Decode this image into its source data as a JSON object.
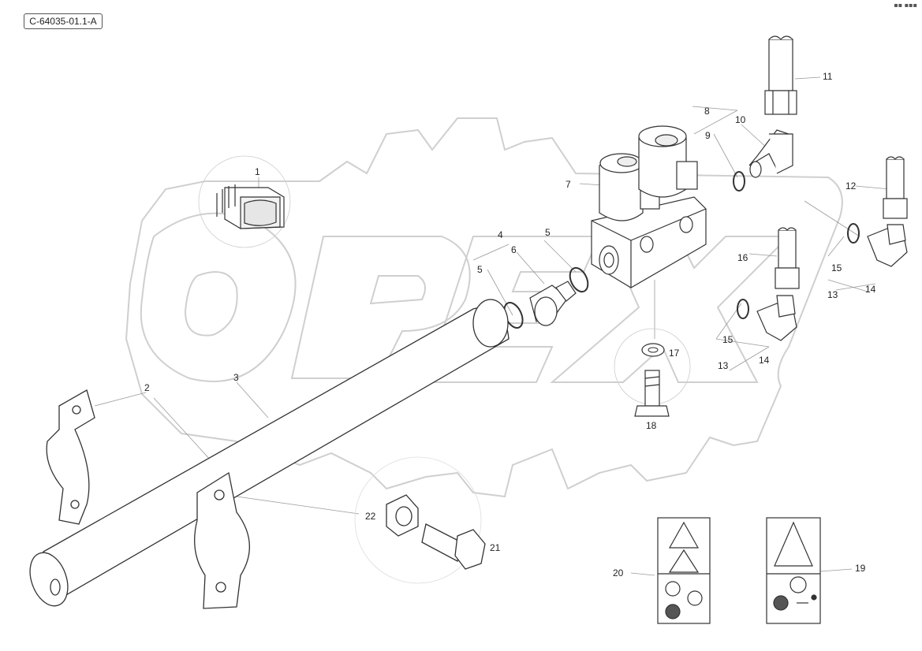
{
  "diagram": {
    "reference_code": "C-64035-01.1-A",
    "corner_mark": "▪▪ ▪▪▪",
    "watermark_text": "OPEX",
    "callouts": [
      "1",
      "2",
      "3",
      "4",
      "5",
      "5",
      "6",
      "7",
      "8",
      "9",
      "10",
      "11",
      "12",
      "13",
      "13",
      "14",
      "14",
      "15",
      "15",
      "16",
      "17",
      "18",
      "19",
      "20",
      "21",
      "22"
    ],
    "colors": {
      "line": "#333333",
      "watermark": "#d9d9d9",
      "leader": "#999999"
    },
    "decals": [
      {
        "id": "20",
        "icons": [
          "explosion-warning-icon",
          "fire-warning-icon",
          "pressure-gauge-icon",
          "no-welding-icon",
          "hand-crush-icon"
        ]
      },
      {
        "id": "19",
        "icons": [
          "crush-warning-icon",
          "no-touch-icon",
          "keep-distance-icon"
        ]
      }
    ]
  }
}
